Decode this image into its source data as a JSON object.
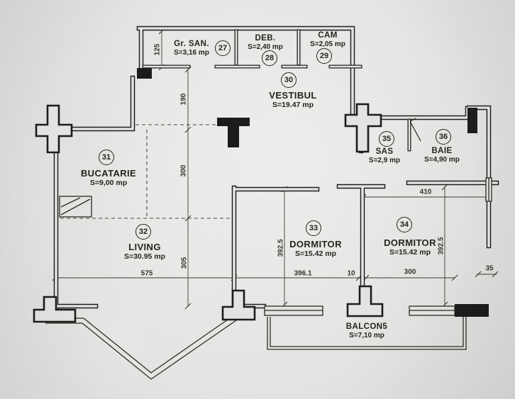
{
  "plan": {
    "title": "apartment floor plan",
    "rooms": [
      {
        "num": "27",
        "name": "Gr. SAN.",
        "area": "S=3,16 mp"
      },
      {
        "num": "28",
        "name": "DEB.",
        "area": "S=2,40 mp"
      },
      {
        "num": "29",
        "name": "CAM",
        "area": "S=2,05 mp"
      },
      {
        "num": "30",
        "name": "VESTIBUL",
        "area": "S=19.47 mp"
      },
      {
        "num": "31",
        "name": "BUCATARIE",
        "area": "S=9,00 mp"
      },
      {
        "num": "32",
        "name": "LIVING",
        "area": "S=30.95 mp"
      },
      {
        "num": "33",
        "name": "DORMITOR",
        "area": "S=15.42 mp"
      },
      {
        "num": "34",
        "name": "DORMITOR",
        "area": "S=15.42 mp"
      },
      {
        "num": "35",
        "name": "SAS",
        "area": "S=2,9 mp"
      },
      {
        "num": "36",
        "name": "BAIE",
        "area": "S=4,90 mp"
      },
      {
        "num": "",
        "name": "BALCON5",
        "area": "S=7,10 mp"
      }
    ],
    "dimensions": {
      "d125": "125",
      "d190": "190",
      "d300v": "300",
      "d305": "305",
      "d575": "575",
      "d392_5_left": "392.5",
      "d396_1": "396.1",
      "d10": "10",
      "d300h": "300",
      "d410": "410",
      "d392_5_right": "392.5",
      "d35": "35"
    },
    "colors": {
      "paper": "#e4e3e1",
      "ink": "#1e1e1c"
    }
  }
}
